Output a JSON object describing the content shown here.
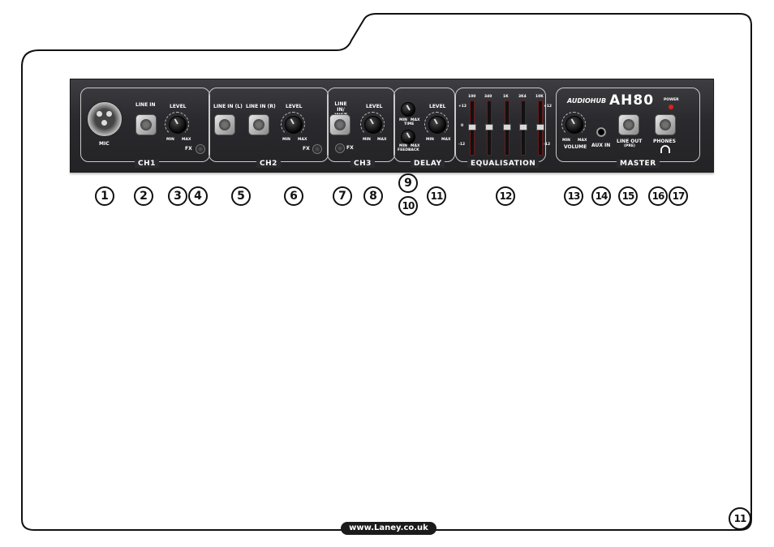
{
  "panel": {
    "ch1": {
      "section_label": "CH1",
      "mic_label": "MIC",
      "line_in_label": "LINE IN",
      "level_label": "LEVEL",
      "min": "MIN",
      "max": "MAX",
      "fx_label": "FX"
    },
    "ch2": {
      "section_label": "CH2",
      "line_in_l_label": "LINE IN (L)",
      "line_in_r_label": "LINE IN (R)",
      "level_label": "LEVEL",
      "min": "MIN",
      "max": "MAX",
      "fx_label": "FX"
    },
    "ch3": {
      "section_label": "CH3",
      "line_in_inst_label": "LINE IN/ INST",
      "level_label": "LEVEL",
      "min": "MIN",
      "max": "MAX",
      "fx_label": "FX"
    },
    "delay": {
      "section_label": "DELAY",
      "level_label": "LEVEL",
      "min": "MIN",
      "max": "MAX",
      "time_min": "MIN",
      "time_max": "MAX",
      "time_label": "TIME",
      "feedback_min": "MIN",
      "feedback_max": "MAX",
      "feedback_label": "FEEDBACK"
    },
    "eq": {
      "section_label": "EQUALISATION",
      "bands": [
        "100",
        "340",
        "1K",
        "3K4",
        "10K"
      ],
      "scale_top": "+12",
      "scale_mid": "0",
      "scale_bot": "-12"
    },
    "master": {
      "section_label": "MASTER",
      "brand_logo": "AUDIOHUB",
      "model": "AH80",
      "power_label": "POWER",
      "volume_label": "VOLUME",
      "min": "MIN",
      "max": "MAX",
      "aux_in_label": "AUX IN",
      "line_out_label": "LINE OUT",
      "line_out_sub": "(PRE)",
      "phones_label": "PHONES"
    }
  },
  "callouts": [
    "1",
    "2",
    "3",
    "4",
    "5",
    "6",
    "7",
    "8",
    "9",
    "10",
    "11",
    "12",
    "13",
    "14",
    "15",
    "16",
    "17"
  ],
  "footer": {
    "url": "www.Laney.co.uk",
    "page_number": "11"
  },
  "colors": {
    "panel": "#2b2b2f",
    "power_led": "#e2201a",
    "eq_slider_glow": "#8a1a1a"
  }
}
